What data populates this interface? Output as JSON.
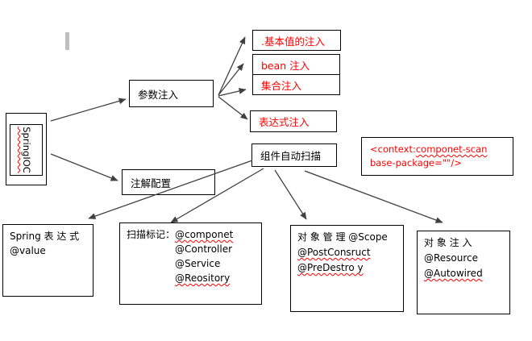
{
  "diagram": {
    "root": {
      "label": "SpringIOC"
    },
    "param_injection": {
      "label": "参数注入"
    },
    "injection_types": {
      "basic_value": ".基本值的注入",
      "bean": "bean 注入",
      "collection": "集合注入",
      "expression": "表达式注入"
    },
    "component_scan": {
      "label": "组件自动扫描"
    },
    "annotation_config": {
      "label": "注解配置"
    },
    "code_snippet": {
      "line1_prefix": "<context:",
      "line1_marked": "componet-scan",
      "line2": "base-package=\"\"/>"
    },
    "spring_expression": {
      "line1": "Spring 表 达 式",
      "line2": "@value"
    },
    "scan_markers": {
      "label": "扫描标记：",
      "items": [
        {
          "text": "@componet",
          "misspelled": true
        },
        {
          "text": "@Controller",
          "misspelled": false
        },
        {
          "text": "@Service",
          "misspelled": false
        },
        {
          "text": "@Reository",
          "misspelled": true
        }
      ]
    },
    "object_management": {
      "line1": "对 象 管 理 @Scope",
      "items": [
        {
          "text": "@PostConsruct",
          "misspelled": true
        },
        {
          "text": "@PreDestro y",
          "misspelled": true
        }
      ]
    },
    "object_injection": {
      "line1": "对 象 注 入",
      "items": [
        {
          "text": "@Resource",
          "misspelled": false
        },
        {
          "text": "@Autowired",
          "misspelled": true
        }
      ]
    },
    "colors": {
      "highlight_red": "#FF0000",
      "text_black": "#000000",
      "border_black": "#000000",
      "arrow_gray": "#404040",
      "scrollbar_gray": "#BFBFBF"
    }
  }
}
